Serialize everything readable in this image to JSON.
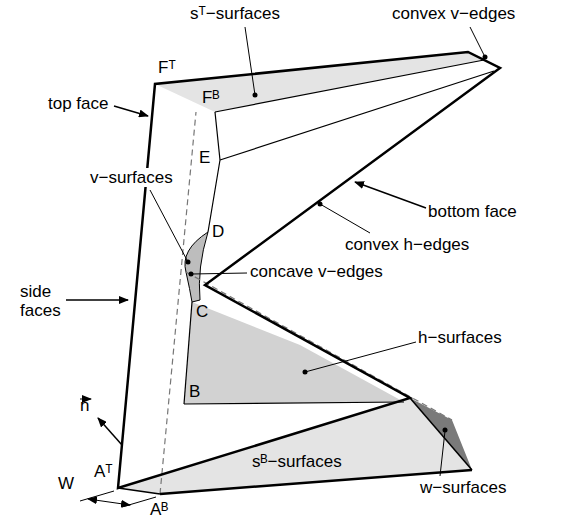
{
  "diagram": {
    "labels": [
      "sᵀ−surfaces",
      "convex v−edges",
      "top face",
      "Fᵀ",
      "Fᴮ",
      "E",
      "bottom face",
      "D",
      "v−surfaces",
      "convex h−edges",
      "side faces",
      "concave v−edges",
      "C",
      "h−surfaces",
      "B",
      "Aᵀ",
      "n",
      "W",
      "Aᴮ",
      "sᴮ−surfaces",
      "w−surfaces"
    ]
  }
}
